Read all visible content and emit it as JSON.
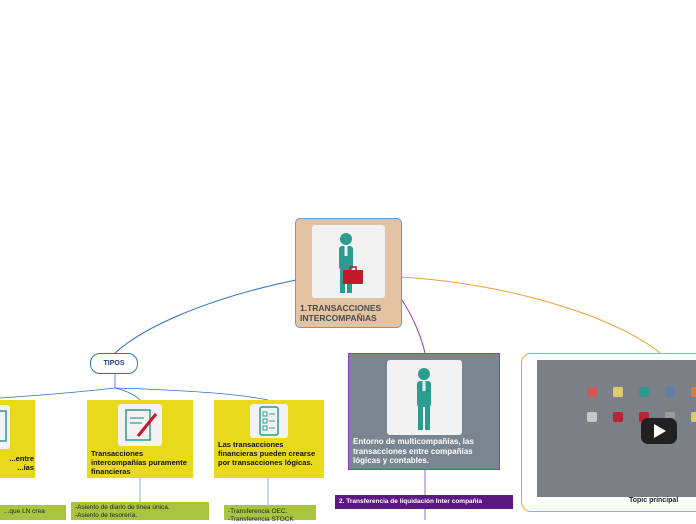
{
  "central": {
    "title": "1.TRANSACCIONES INTERCOMPAÑIAS"
  },
  "tipos": {
    "label": "TIPOS"
  },
  "branches": [
    {
      "label": "...entre ...ías"
    },
    {
      "label": "Transacciones intercompañías puramente financieras"
    },
    {
      "label": "Las transacciones financieras pueden crearse por transacciones lógicas."
    }
  ],
  "notes": [
    {
      "text": "...que LN crea"
    },
    {
      "text": "-Asiento de diario de línea única.\n-Asiento de tesorería."
    },
    {
      "text": "-Transferencia OEC.\n-Transferencia STOCK"
    }
  ],
  "entorno": {
    "text": "Entorno de multicompañías, las transacciones entre compañías lógicas y contables."
  },
  "transfer": {
    "label": "2. Transferencia de liquidación Inter compañía"
  },
  "topic": {
    "label": "Topic principal"
  },
  "colors": {
    "central": "#e3c3a2",
    "yellow": "#e8d91a",
    "green": "#a9c441",
    "purple": "#5c1780",
    "orange": "#f0a030",
    "blue_line": "#2f6fd0"
  }
}
